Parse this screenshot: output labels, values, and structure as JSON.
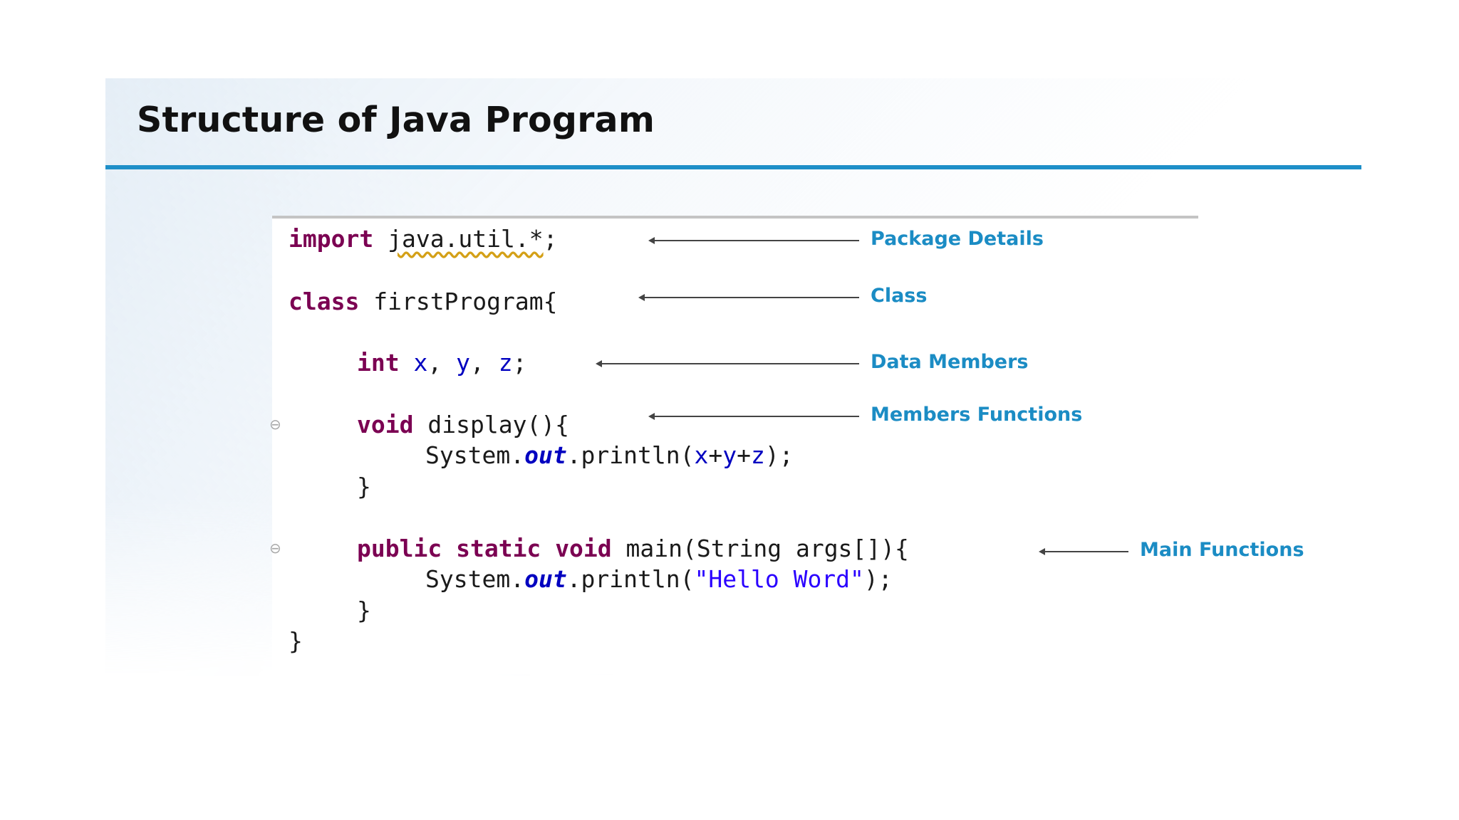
{
  "slide": {
    "title": "Structure of Java Program"
  },
  "code": {
    "line1": {
      "kw": "import",
      "rest": "java.util.*",
      "end": ";"
    },
    "line2": {
      "kw": "class",
      "rest": "firstProgram{"
    },
    "line3": {
      "kw": "int",
      "x": "x",
      "sep1": ", ",
      "y": "y",
      "sep2": ", ",
      "z": "z",
      "end": ";"
    },
    "line4": {
      "kw": "void",
      "rest": "display(){"
    },
    "line5": {
      "pre": "System.",
      "out": "out",
      "mid": ".println(",
      "a": "x",
      "p1": "+",
      "b": "y",
      "p2": "+",
      "c": "z",
      "end": ");"
    },
    "line6": {
      "text": "}"
    },
    "line7": {
      "kw1": "public",
      "kw2": "static",
      "kw3": "void",
      "rest": "main(String args[]){"
    },
    "line8": {
      "pre": "System.",
      "out": "out",
      "mid": ".println(",
      "str": "\"Hello Word\"",
      "end": ");"
    },
    "line9": {
      "text": "}"
    },
    "line10": {
      "text": "}"
    }
  },
  "fold_marker": "⊖",
  "annotations": {
    "package": "Package Details",
    "class": "Class",
    "data_members": "Data Members",
    "member_functions": "Members Functions",
    "main_functions": "Main Functions"
  },
  "colors": {
    "accent": "#1e8fc8",
    "annotation": "#1b8cc4",
    "keyword": "#7b0052",
    "field": "#0000c0",
    "string": "#2a00ff"
  }
}
